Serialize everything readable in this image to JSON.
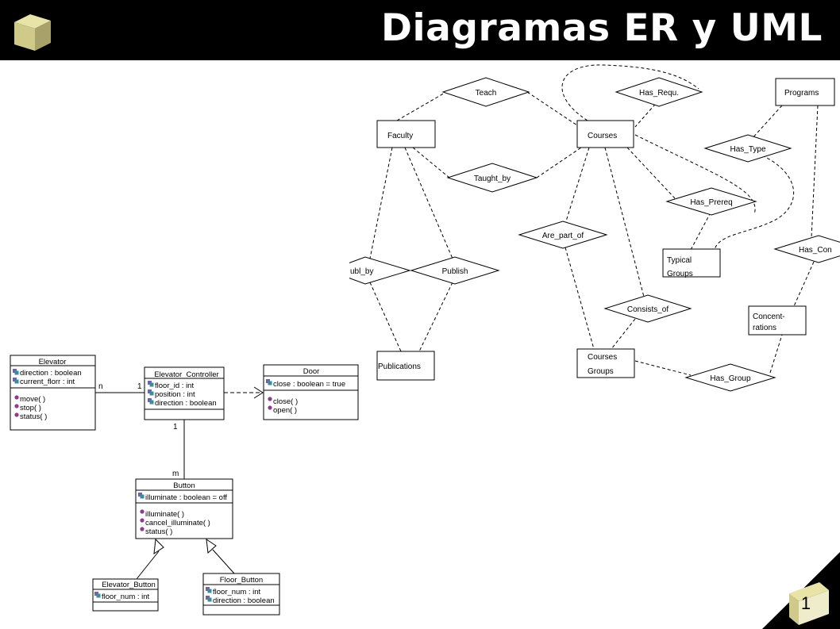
{
  "slide": {
    "title": "Diagramas ER y UML",
    "page_number": "1"
  },
  "er": {
    "entities": [
      {
        "id": "faculty",
        "label": "Faculty"
      },
      {
        "id": "courses",
        "label": "Courses"
      },
      {
        "id": "programs",
        "label": "Programs"
      },
      {
        "id": "typical",
        "label": "Typical",
        "label2": "Groups"
      },
      {
        "id": "concent",
        "label": "Concent-",
        "label2": "rations"
      },
      {
        "id": "cgroups",
        "label": "Courses",
        "label2": "Groups"
      },
      {
        "id": "publications",
        "label": "Publications"
      }
    ],
    "relationships": [
      {
        "id": "teach",
        "label": "Teach"
      },
      {
        "id": "hasrequ",
        "label": "Has_Requ."
      },
      {
        "id": "taughtby",
        "label": "Taught_by"
      },
      {
        "id": "hastype",
        "label": "Has_Type"
      },
      {
        "id": "hasprereq",
        "label": "Has_Prereq"
      },
      {
        "id": "arepartof",
        "label": "Are_part_of"
      },
      {
        "id": "publby",
        "label": "ubl_by"
      },
      {
        "id": "publish",
        "label": "Publish"
      },
      {
        "id": "hascon",
        "label": "Has_Con"
      },
      {
        "id": "consistsof",
        "label": "Consists_of"
      },
      {
        "id": "hasgroup",
        "label": "Has_Group"
      }
    ]
  },
  "uml": {
    "classes": [
      {
        "id": "elevator",
        "name": "Elevator",
        "attributes": [
          "direction : boolean",
          "current_florr : int"
        ],
        "operations": [
          "move( )",
          "stop( )",
          "status( )"
        ]
      },
      {
        "id": "controller",
        "name": "Elevator_Controller",
        "attributes": [
          "floor_id : int",
          "position : int",
          "direction : boolean"
        ],
        "operations": []
      },
      {
        "id": "door",
        "name": "Door",
        "attributes": [
          "close : boolean = true"
        ],
        "operations": [
          "close( )",
          "open( )"
        ]
      },
      {
        "id": "button",
        "name": "Button",
        "attributes": [
          "illuminate : boolean = off"
        ],
        "operations": [
          "illuminate( )",
          "cancel_illuminate( )",
          "status( )"
        ]
      },
      {
        "id": "elevbutton",
        "name": "Elevator_Button",
        "attributes": [
          "floor_num : int"
        ],
        "operations": []
      },
      {
        "id": "floorbutton",
        "name": "Floor_Button",
        "attributes": [
          "floor_num : int",
          "direction : boolean"
        ],
        "operations": []
      }
    ],
    "multiplicities": {
      "n": "n",
      "one_a": "1",
      "one_b": "1",
      "m": "m"
    }
  },
  "colors": {
    "header": "#000000",
    "title": "#ffffff",
    "icon": "#6c66a8",
    "line": "#000000"
  }
}
